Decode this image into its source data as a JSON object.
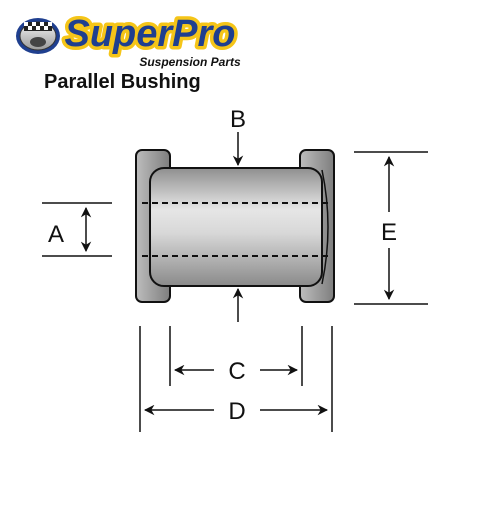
{
  "brand": {
    "name": "SuperPro",
    "tagline": "Suspension Parts",
    "name_color": "#1f3f8f",
    "outline_color": "#f5c518"
  },
  "title": "Parallel Bushing",
  "dimensions": {
    "a": "A",
    "b": "B",
    "c": "C",
    "d": "D",
    "e": "E"
  },
  "colors": {
    "body_light": "#e4e4e4",
    "body_dark": "#9a9a9a",
    "flange": "#8e8e8e",
    "line": "#111111"
  }
}
